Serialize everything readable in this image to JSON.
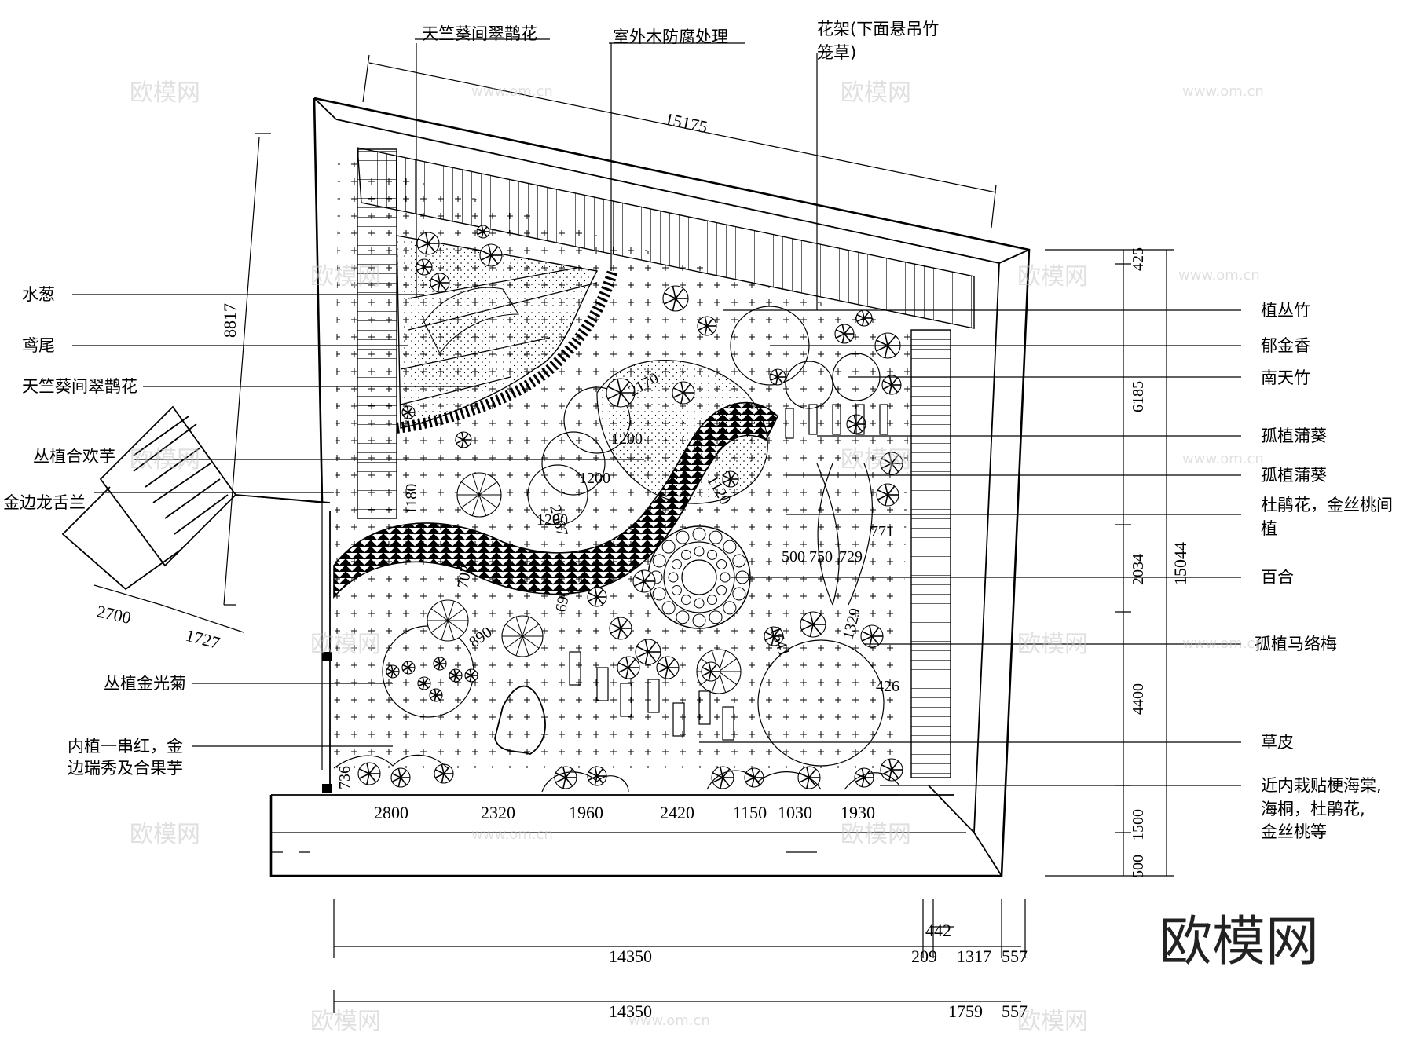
{
  "annotations_top": {
    "pelargonium_1": "天竺葵间翠鹊花",
    "wood": "室外木防腐处理",
    "trellis_line1": "花架(下面悬吊竹",
    "trellis_line2": "笼草)"
  },
  "annotations_left": {
    "scirpus": "水葱",
    "iris": "鸢尾",
    "pelargonium_2": "天竺葵间翠鹊花",
    "syngonium": "丛植合欢芋",
    "sansevieria": "金边龙舌兰",
    "coreopsis": "丛植金光菊",
    "salvia_line1": "内植一串红，金",
    "salvia_line2": "边瑞秀及合果芋"
  },
  "annotations_right": {
    "bamboo": "植丛竹",
    "tulip": "郁金香",
    "nandina": "南天竹",
    "livistona_1": "孤植蒲葵",
    "livistona_2": "孤植蒲葵",
    "azalea_line1": "杜鹃花，金丝桃间",
    "azalea_line2": "植",
    "lily": "百合",
    "malus": "孤植马络梅",
    "lawn": "草皮",
    "shrubs_line1": "近内栽贴梗海棠,",
    "shrubs_line2": "海桐，杜鹃花,",
    "shrubs_line3": "金丝桃等"
  },
  "dimensions": {
    "top_slant": "15175",
    "left_slant": "8817",
    "stair_a": "2700",
    "stair_b": "1727",
    "right": [
      "425",
      "6185",
      "2034",
      "4400",
      "1500",
      "500"
    ],
    "right_total": "15044",
    "bottom_row": [
      "2800",
      "2320",
      "1960",
      "2420",
      "1150",
      "1030",
      "1930"
    ],
    "bottom_1": [
      "14350",
      "209",
      "442",
      "1317",
      "557"
    ],
    "bottom_2": [
      "14350",
      "1759",
      "557"
    ],
    "interior": [
      "2170",
      "1200",
      "1200",
      "1200",
      "2667",
      "1120",
      "1180",
      "702",
      "690",
      "890",
      "500",
      "750",
      "729",
      "771",
      "1329",
      "1641",
      "426",
      "736"
    ]
  },
  "watermark": {
    "brand": "欧模网",
    "url": "www.om.cn"
  }
}
